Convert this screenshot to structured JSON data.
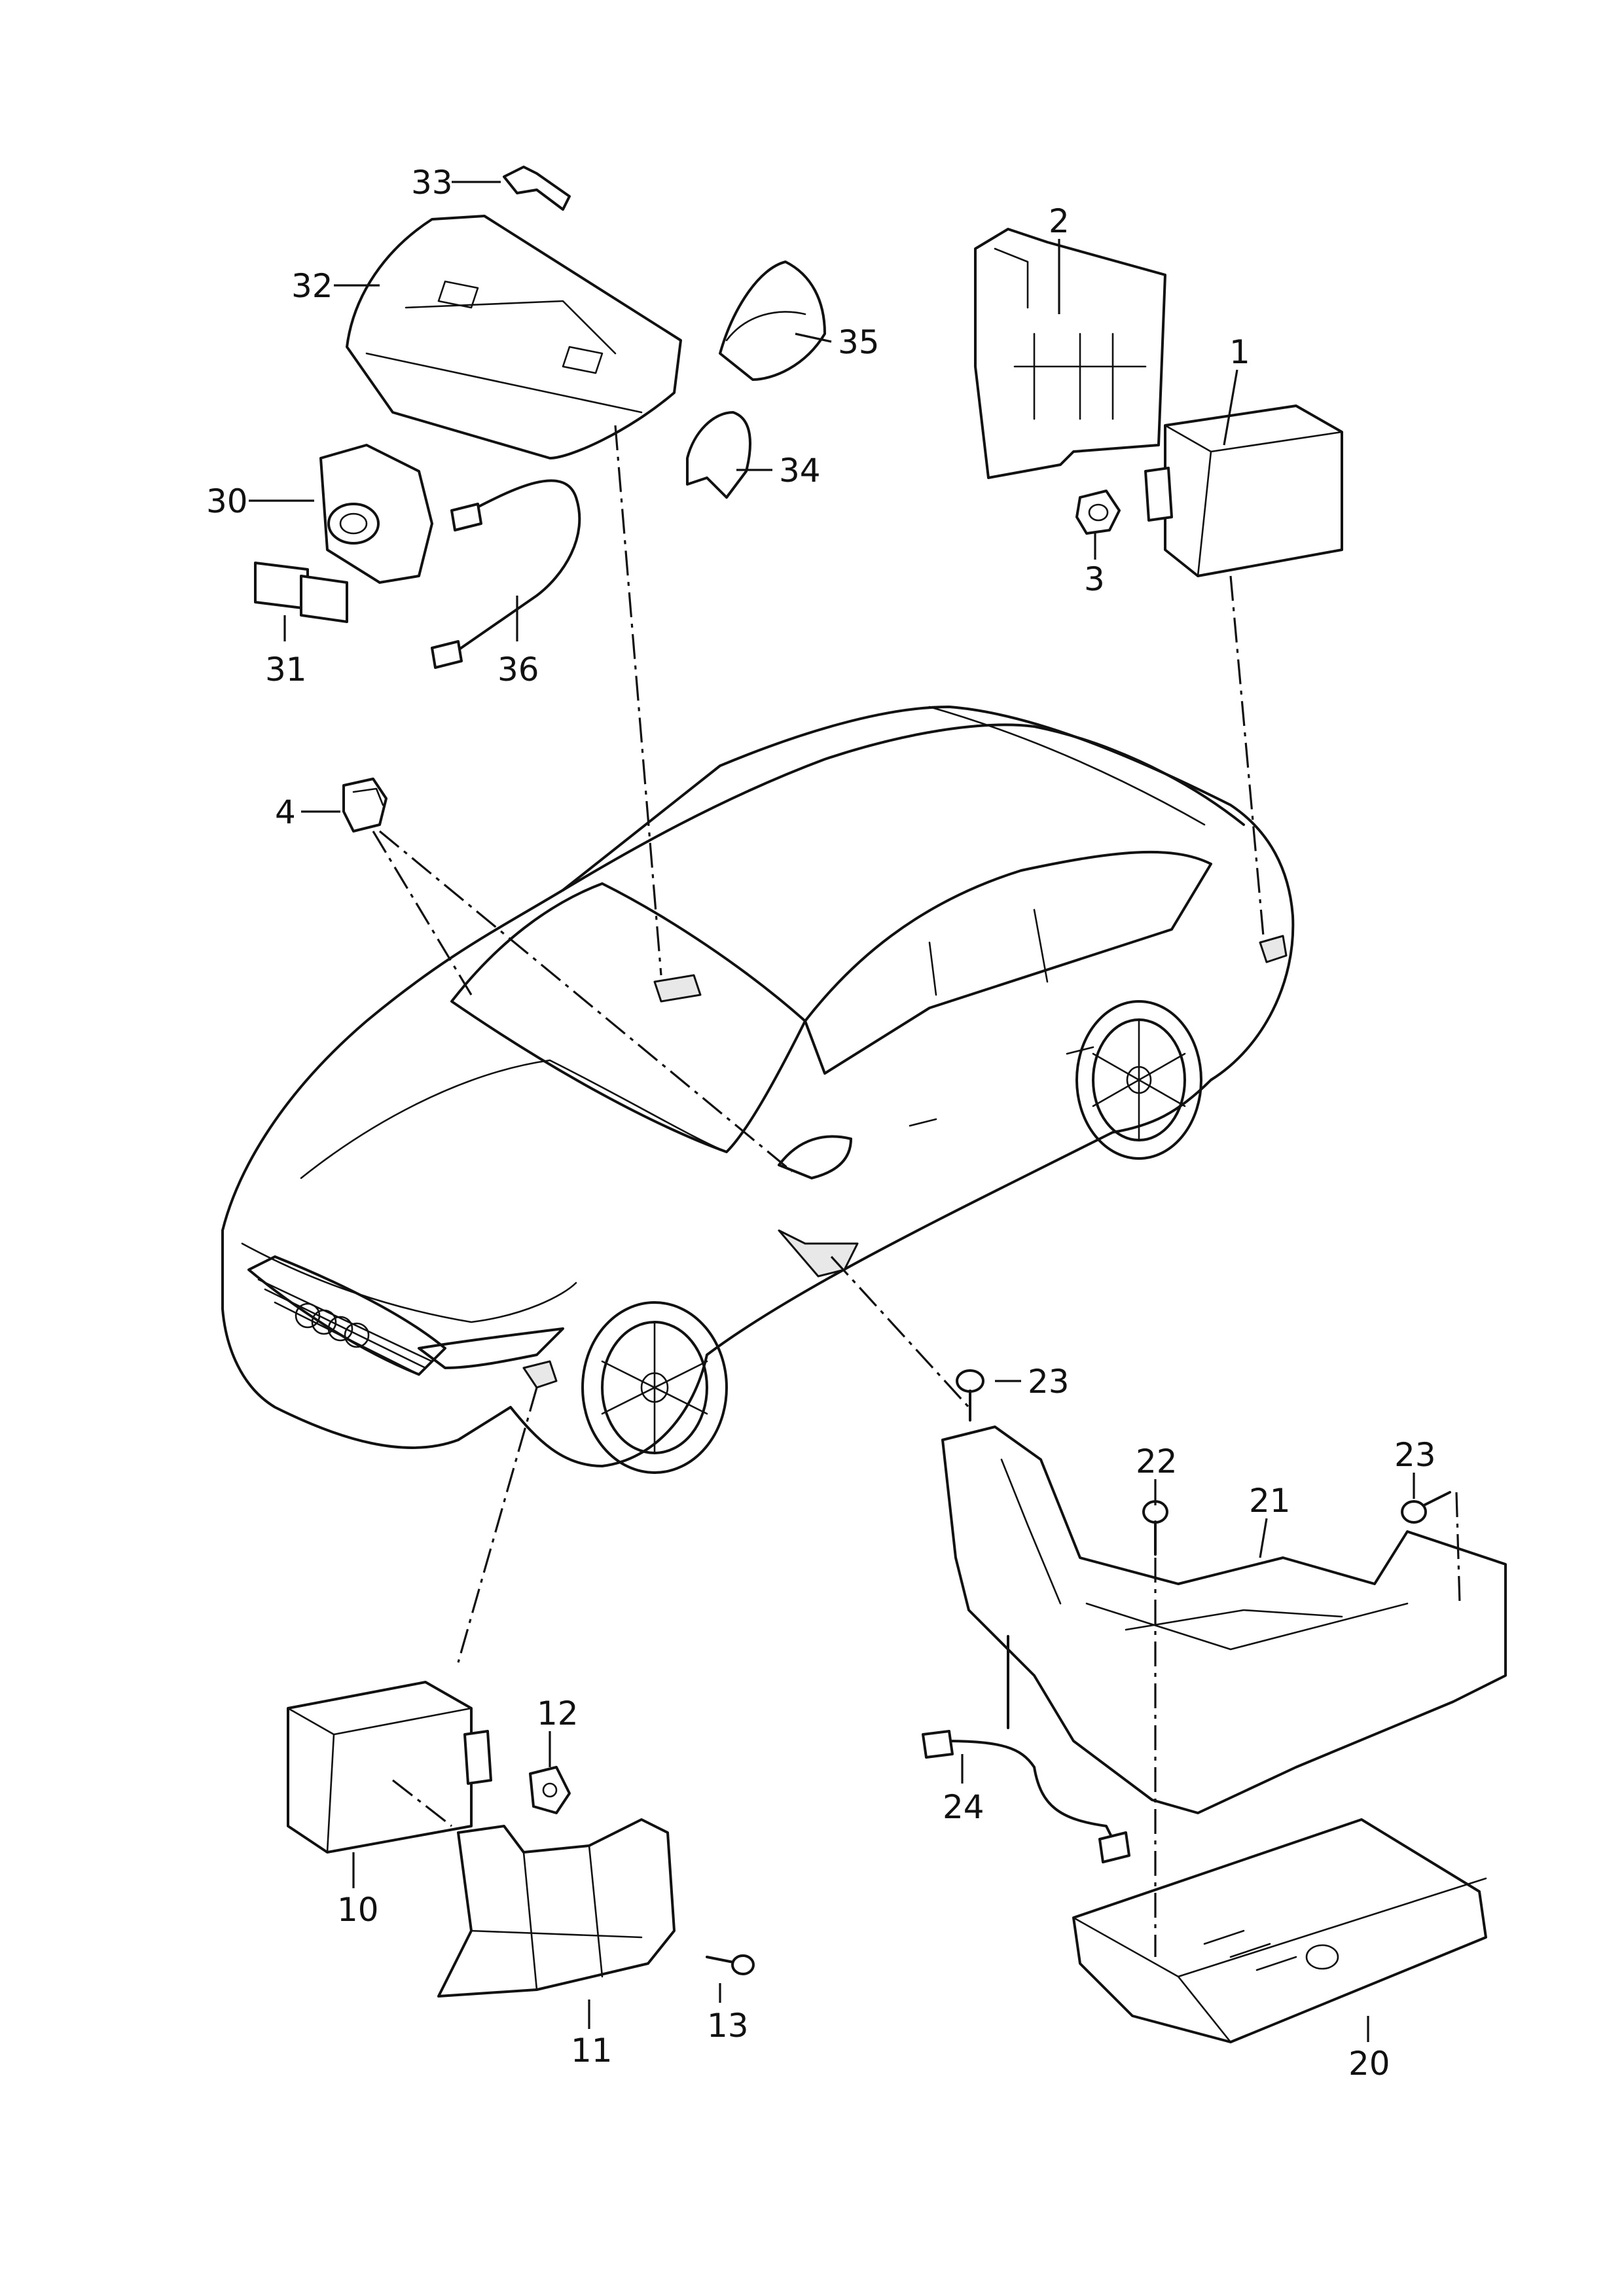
{
  "diagram": {
    "labels": {
      "p1": "1",
      "p2": "2",
      "p3": "3",
      "p4": "4",
      "p10": "10",
      "p11": "11",
      "p12": "12",
      "p13": "13",
      "p20": "20",
      "p21": "21",
      "p22": "22",
      "p23a": "23",
      "p23b": "23",
      "p24": "24",
      "p30": "30",
      "p31": "31",
      "p32": "32",
      "p33": "33",
      "p34": "34",
      "p35": "35",
      "p36": "36"
    }
  }
}
